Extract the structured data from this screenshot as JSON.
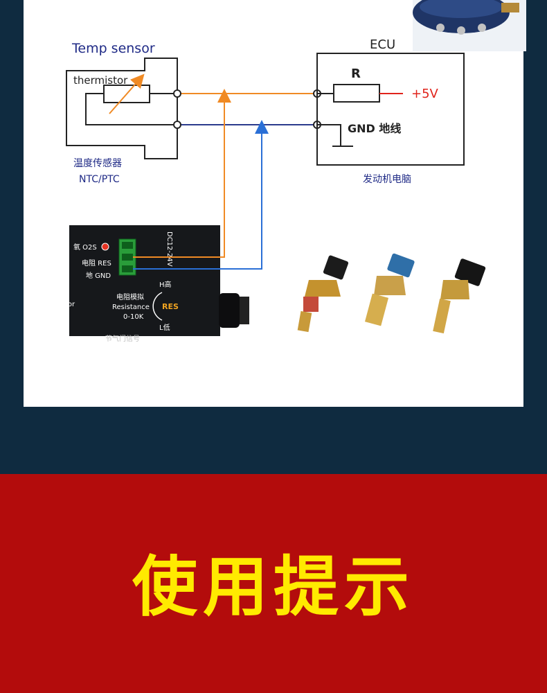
{
  "diagram": {
    "sensor_title": "Temp sensor",
    "thermistor_label": "thermistor",
    "sensor_cn": "温度传感器",
    "sensor_type": "NTC/PTC",
    "ecu_title": "ECU",
    "resistor_label": "R",
    "voltage_label": "+5V",
    "gnd_label": "GND 地线",
    "ecu_cn": "发动机电脑",
    "colors": {
      "signal": "#f08a24",
      "ground": "#2a6fd6",
      "outline": "#222222",
      "power": "#e0231b"
    }
  },
  "device": {
    "o2s_label": "氧 O2S",
    "res_label": "电阻 RES",
    "gnd_label": "地 GND",
    "voltage_label": "DC12-24V",
    "side_text": "tor",
    "sim_cn": "电阻模拟",
    "sim_en": "Resistance",
    "sim_range": "0-10K",
    "high_label": "H高",
    "knob_label": "RES",
    "low_label": "L低",
    "bottom_text": "节气门信号"
  },
  "banner": {
    "title": "使用提示",
    "colors": {
      "background": "#b30c0c",
      "text": "#ffea00"
    }
  }
}
